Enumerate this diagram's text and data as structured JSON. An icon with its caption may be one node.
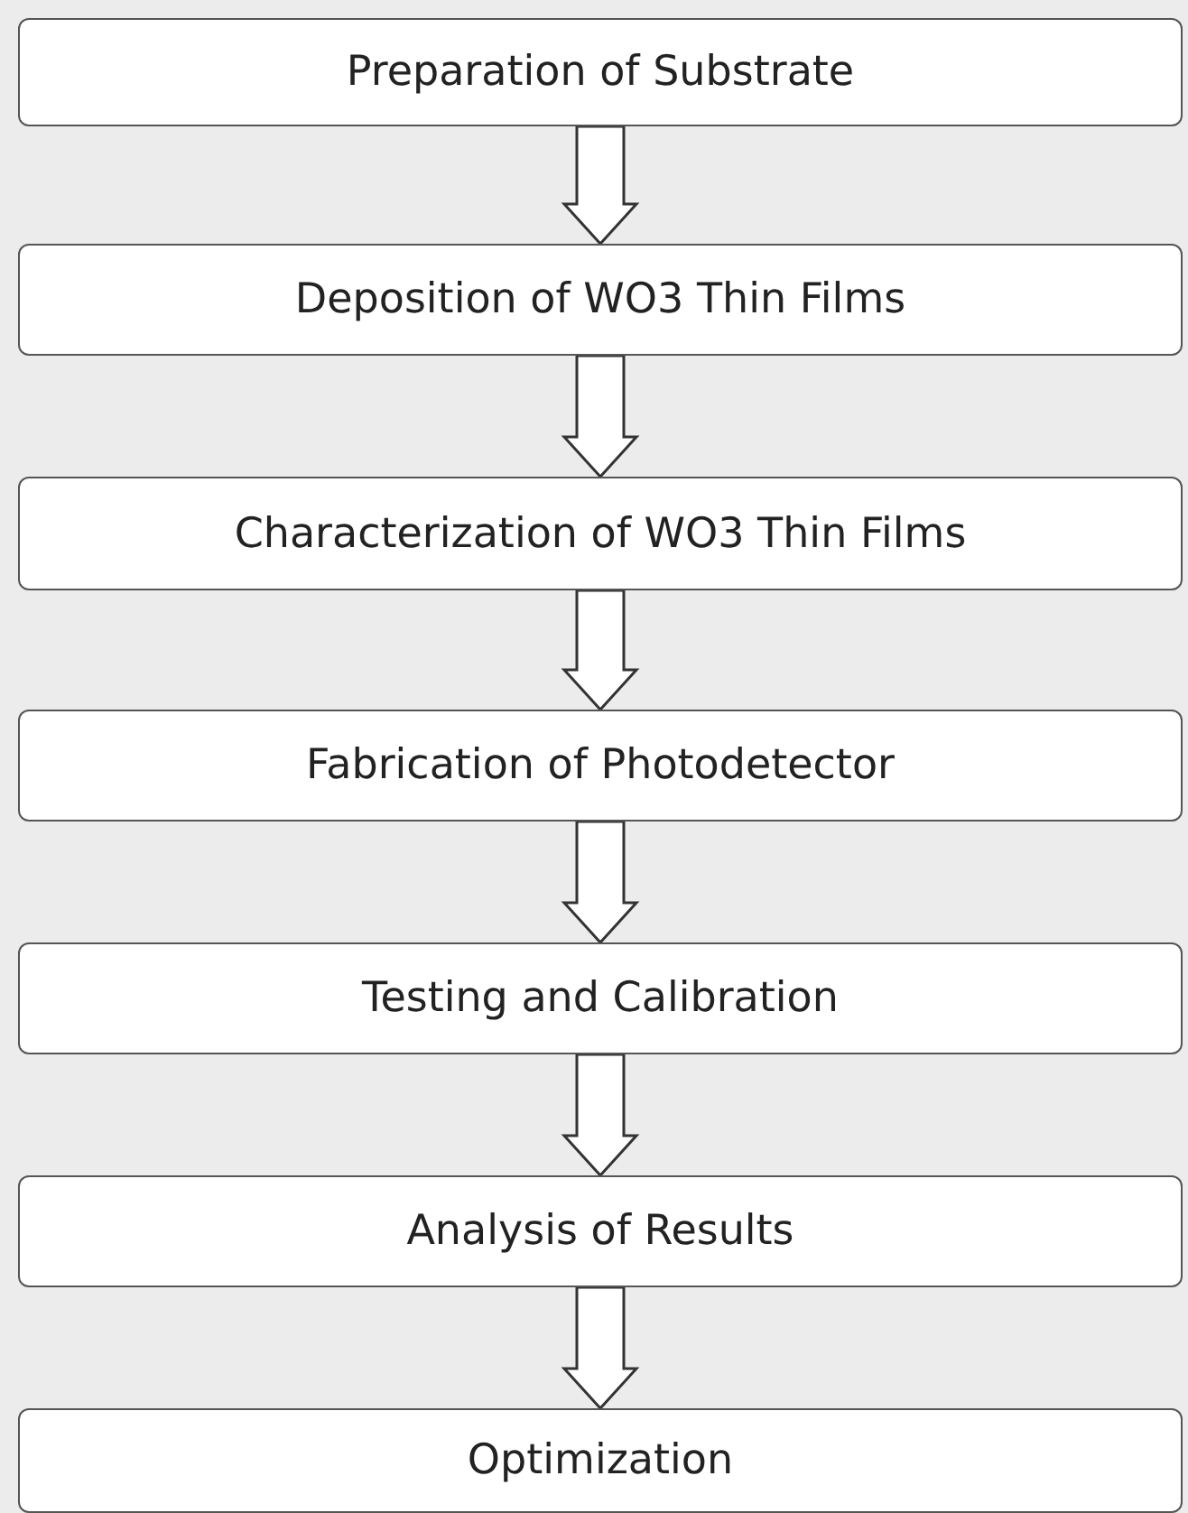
{
  "diagram": {
    "nodes": [
      {
        "text": [
          "Preparation of Substrate"
        ]
      },
      {
        "text": [
          "Deposition of WO3 Thin Films"
        ]
      },
      {
        "text": [
          "Characterization of WO3 Thin Films"
        ]
      },
      {
        "text": [
          "Fabrication of Photodetector"
        ]
      },
      {
        "text": [
          "Testing and Calibration"
        ]
      },
      {
        "text": [
          "Analysis of Results"
        ]
      },
      {
        "text": [
          "Optimization"
        ]
      }
    ],
    "edges": [
      {
        "from": 0,
        "to": 1,
        "arrow": "to"
      },
      {
        "from": 1,
        "to": 2,
        "arrow": "to"
      },
      {
        "from": 2,
        "to": 3,
        "arrow": "to"
      },
      {
        "from": 3,
        "to": 4,
        "arrow": "to"
      },
      {
        "from": 4,
        "to": 5,
        "arrow": "to"
      },
      {
        "from": 5,
        "to": 6,
        "arrow": "to"
      }
    ]
  }
}
